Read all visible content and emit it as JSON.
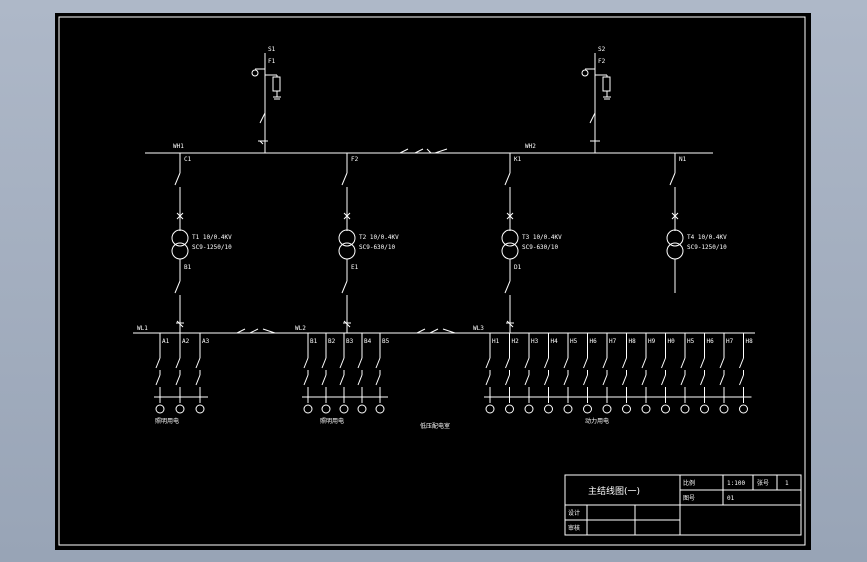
{
  "title_block": {
    "drawing_title": "主结线图(一)",
    "cell_left_1": "设计",
    "cell_left_2": "审核",
    "label_ratio": "比例",
    "value_ratio": "1:100",
    "label_sheet": "张号",
    "value_sheet": "1",
    "label_drawing_no": "图号",
    "value_drawing_no": "01"
  },
  "busbars": {
    "hv1": "WH1",
    "hv2": "WH2",
    "lv1": "WL1",
    "lv2": "WL2",
    "lv3": "WL3"
  },
  "sources": {
    "s1": "S1",
    "s2": "S2",
    "f1": "F1",
    "f2": "F2"
  },
  "transformers": [
    {
      "id": "T1",
      "rating": "T1 10/0.4KV",
      "model": "SC9-1250/10",
      "breaker": "C1",
      "lv_breaker": "B1"
    },
    {
      "id": "T2",
      "rating": "T2 10/0.4KV",
      "model": "SC9-630/10",
      "breaker": "F2",
      "lv_breaker": "E1"
    },
    {
      "id": "T3",
      "rating": "T3 10/0.4KV",
      "model": "SC9-630/10",
      "breaker": "K1",
      "lv_breaker": "D1"
    },
    {
      "id": "T4",
      "rating": "T4 10/0.4KV",
      "model": "SC9-1250/10",
      "breaker": "N1",
      "lv_breaker": ""
    }
  ],
  "feeders": {
    "wl1": [
      "A1",
      "A2",
      "A3"
    ],
    "wl2": [
      "B1",
      "B2",
      "B3",
      "B4",
      "B5"
    ],
    "wl3": [
      "H1",
      "H2",
      "H3",
      "H4",
      "H5",
      "H6",
      "H7",
      "H8",
      "H9",
      "H0",
      "H5",
      "H6",
      "H7",
      "H8"
    ]
  },
  "group_labels": {
    "g1": "照明用电",
    "g2": "照明用电",
    "g3": "动力用电",
    "center": "低压配电室"
  },
  "colors": {
    "background": "#000000",
    "line": "#ffffff",
    "frame": "#a6b0c0"
  }
}
